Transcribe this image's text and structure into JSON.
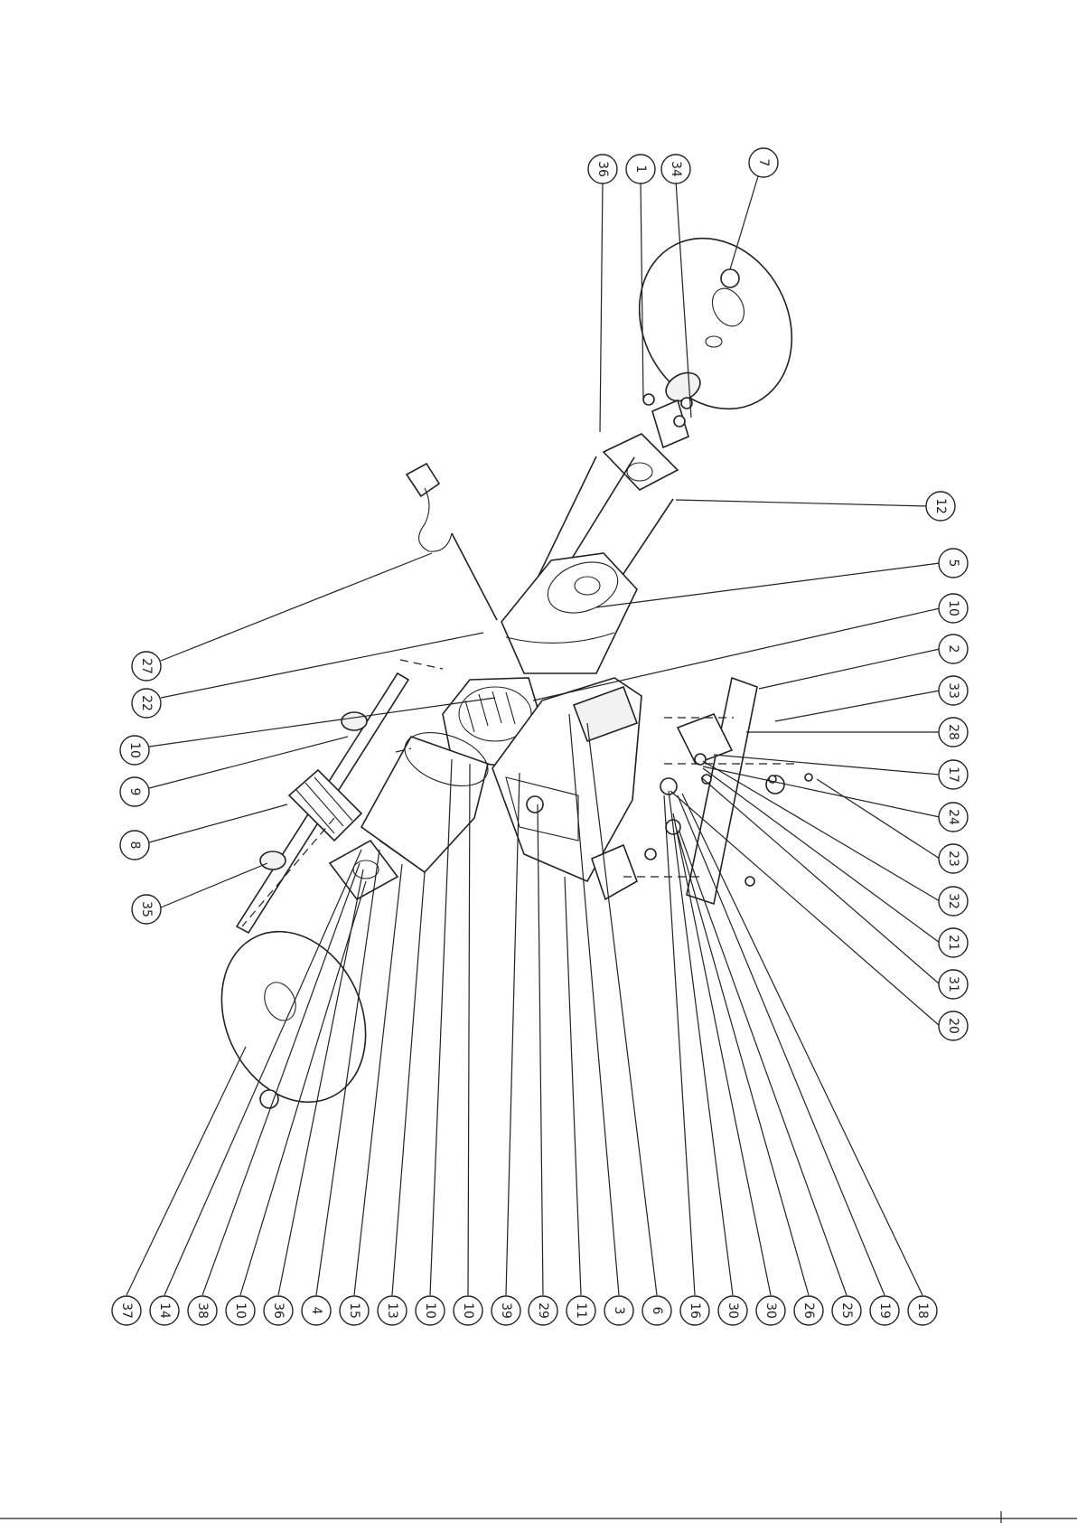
{
  "balloons": {
    "top": [
      "36",
      "1",
      "34",
      "7"
    ],
    "right": [
      "12",
      "5",
      "10",
      "2",
      "33",
      "28",
      "17",
      "24",
      "23",
      "32",
      "21",
      "31",
      "20"
    ],
    "left_top": [
      "27",
      "22",
      "10",
      "9",
      "8",
      "35"
    ],
    "bottom": [
      "37",
      "14",
      "38",
      "10",
      "36",
      "4",
      "15",
      "13",
      "10",
      "10",
      "39",
      "29",
      "11",
      "3",
      "6",
      "16",
      "30",
      "30",
      "26",
      "25",
      "19",
      "18"
    ]
  }
}
